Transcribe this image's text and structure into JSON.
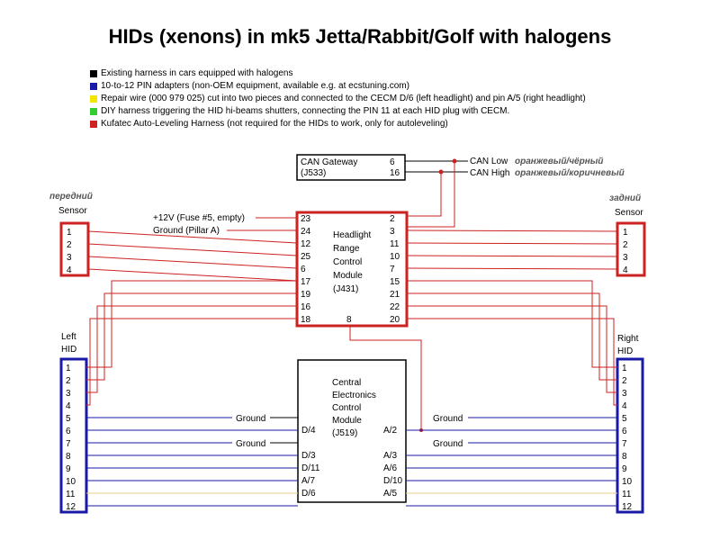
{
  "title": "HIDs (xenons) in mk5 Jetta/Rabbit/Golf with halogens",
  "legend": [
    {
      "color": "#000000",
      "text": "Existing harness in cars equipped with halogens"
    },
    {
      "color": "#1a1aa6",
      "text": "10-to-12 PIN adapters (non-OEM equipment, available e.g. at ecstuning.com)"
    },
    {
      "color": "#f2e600",
      "text": "Repair wire (000 979 025) cut into two pieces and connected to the CECM D/6 (left headlight) and pin A/5 (right headlight)"
    },
    {
      "color": "#33cc33",
      "text": "DIY harness triggering the HID hi-beams shutters, connecting the PIN 11 at each HID plug with CECM."
    },
    {
      "color": "#cc2222",
      "text": "Kufatec Auto-Leveling Harness (not required for the HIDs to work, only for autoleveling)"
    }
  ],
  "gateway": {
    "name": "CAN Gateway",
    "code": "(J533)",
    "pins": [
      "6",
      "16"
    ],
    "can_low": "CAN Low",
    "can_high": "CAN High",
    "can_low_ru": "оранжевый/чёрный",
    "can_high_ru": "оранжевый/коричневый"
  },
  "front_sensor": {
    "ru": "передний",
    "label": "Sensor",
    "pins": [
      "1",
      "2",
      "3",
      "4"
    ]
  },
  "rear_sensor": {
    "ru": "задний",
    "label": "Sensor",
    "pins": [
      "1",
      "2",
      "3",
      "4"
    ]
  },
  "hrcm": {
    "name_lines": [
      "Headlight",
      "Range",
      "Control",
      "Module",
      "(J431)"
    ],
    "left_pins": [
      "23",
      "24",
      "12",
      "25",
      "6",
      "17",
      "19",
      "16",
      "18"
    ],
    "right_pins": [
      "2",
      "3",
      "11",
      "10",
      "7",
      "15",
      "21",
      "22",
      "20"
    ],
    "bottom_pin": "8",
    "fuse_label": "+12V (Fuse #5, empty)",
    "ground_label": "Ground (Pillar A)"
  },
  "left_hid": {
    "label_line1": "Left",
    "label_line2": "HID",
    "pins": [
      "1",
      "2",
      "3",
      "4",
      "5",
      "6",
      "7",
      "8",
      "9",
      "10",
      "11",
      "12"
    ]
  },
  "right_hid": {
    "label_line1": "Right",
    "label_line2": "HID",
    "pins": [
      "1",
      "2",
      "3",
      "4",
      "5",
      "6",
      "7",
      "8",
      "9",
      "10",
      "11",
      "12"
    ]
  },
  "cecm": {
    "name_lines": [
      "Central",
      "Electronics",
      "Control",
      "Module",
      "(J519)"
    ],
    "left_pins": [
      "D/4",
      "D/3",
      "D/11",
      "A/7",
      "D/6"
    ],
    "right_pins": [
      "A/2",
      "A/3",
      "A/6",
      "D/10",
      "A/5"
    ]
  },
  "ground_labels": {
    "left_5": "Ground",
    "left_7": "Ground",
    "right_5": "Ground",
    "right_7": "Ground"
  }
}
